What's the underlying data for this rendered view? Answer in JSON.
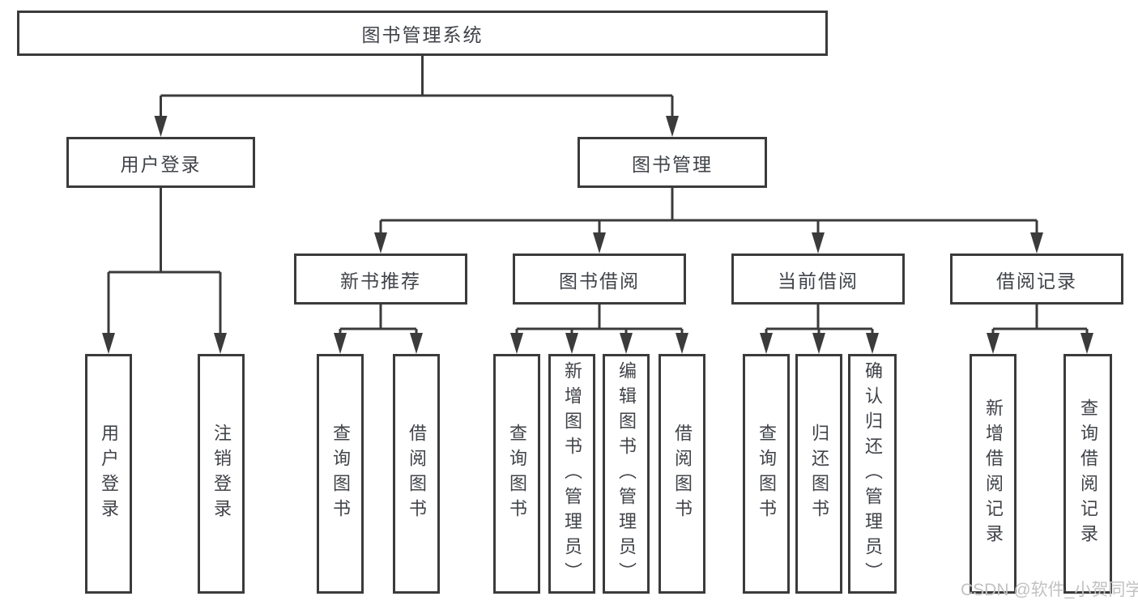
{
  "diagram": {
    "root": {
      "label": "图书管理系统"
    },
    "level2": [
      {
        "label": "用户登录"
      },
      {
        "label": "图书管理"
      }
    ],
    "level3": [
      {
        "label": "新书推荐"
      },
      {
        "label": "图书借阅"
      },
      {
        "label": "当前借阅"
      },
      {
        "label": "借阅记录"
      }
    ],
    "leaves": [
      {
        "label": "用户登录"
      },
      {
        "label": "注销登录"
      },
      {
        "label": "查询图书"
      },
      {
        "label": "借阅图书"
      },
      {
        "label": "查询图书"
      },
      {
        "label": "新增图书（管理员）"
      },
      {
        "label": "编辑图书（管理员）"
      },
      {
        "label": "借阅图书"
      },
      {
        "label": "查询图书"
      },
      {
        "label": "归还图书"
      },
      {
        "label": "确认归还（管理员）"
      },
      {
        "label": "新增借阅记录"
      },
      {
        "label": "查询借阅记录"
      }
    ]
  },
  "watermark": {
    "text": "CSDN @软件_小贺同学"
  },
  "colors": {
    "line": "#3b3b3b",
    "text": "#404348",
    "watermark": "#c2c2c2",
    "background": "#ffffff"
  }
}
